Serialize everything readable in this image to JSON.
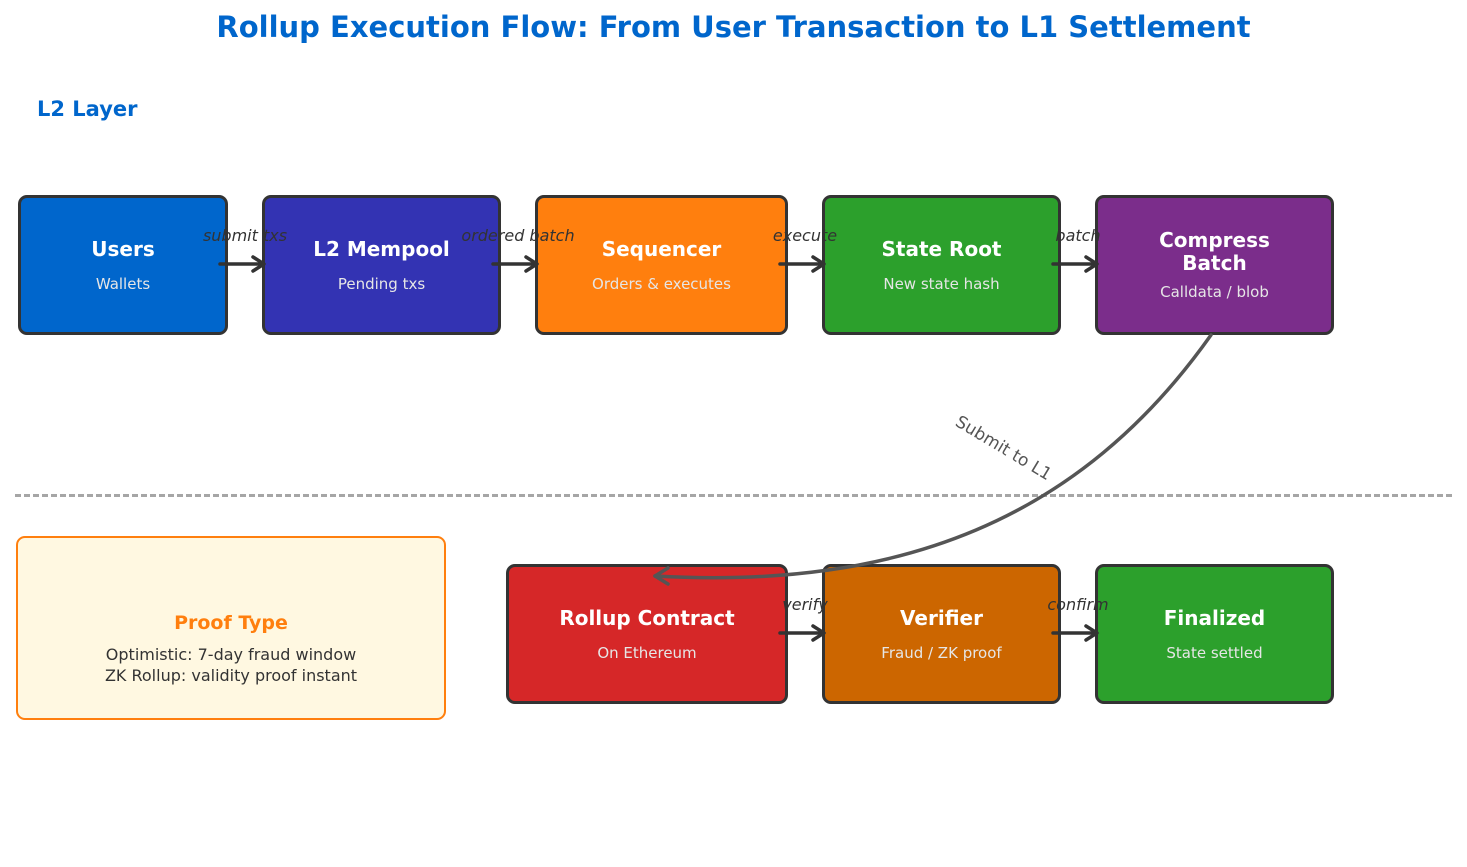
{
  "title": "Rollup Execution Flow: From User Transaction to L1 Settlement",
  "layer_label": "L2 Layer",
  "colors": {
    "title": "#0066cc",
    "users": "#0066cc",
    "mempool": "#3333b3",
    "sequencer": "#ff7f0e",
    "state_root": "#2ca02c",
    "compress": "#7b2d8b",
    "rollup_contract": "#d62728",
    "verifier": "#cc6600",
    "finalized": "#2ca02c",
    "proof_border": "#ff7f0e",
    "proof_bg": "#fff8e1"
  },
  "l2_nodes": {
    "users": {
      "title": "Users",
      "subtitle": "Wallets"
    },
    "mempool": {
      "title": "L2 Mempool",
      "subtitle": "Pending txs"
    },
    "sequencer": {
      "title": "Sequencer",
      "subtitle": "Orders & executes"
    },
    "state_root": {
      "title": "State Root",
      "subtitle": "New state hash"
    },
    "compress": {
      "title": "Compress\nBatch",
      "subtitle": "Calldata / blob"
    }
  },
  "l1_nodes": {
    "rollup_contract": {
      "title": "Rollup Contract",
      "subtitle": "On Ethereum"
    },
    "verifier": {
      "title": "Verifier",
      "subtitle": "Fraud / ZK proof"
    },
    "finalized": {
      "title": "Finalized",
      "subtitle": "State settled"
    }
  },
  "edges": {
    "submit_txs": "submit txs",
    "ordered_batch": "ordered batch",
    "execute": "execute",
    "batch": "batch",
    "submit_to_l1": "Submit to L1",
    "verify": "verify",
    "confirm": "confirm"
  },
  "proof_box": {
    "title": "Proof Type",
    "line1": "Optimistic: 7-day fraud window",
    "line2": "ZK Rollup: validity proof instant"
  }
}
